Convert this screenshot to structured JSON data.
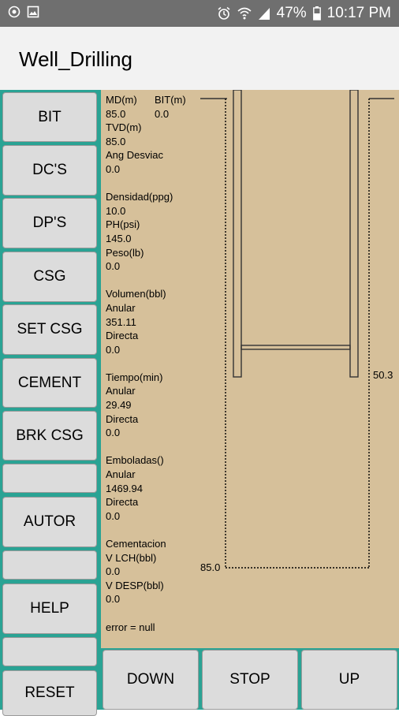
{
  "status_bar": {
    "battery": "47%",
    "time": "10:17 PM",
    "left_icons": [
      "target-icon",
      "image-icon"
    ],
    "right_icons": [
      "alarm-icon",
      "wifi-icon",
      "signal-icon",
      "battery-icon"
    ]
  },
  "app": {
    "title": "Well_Drilling"
  },
  "sidebar": {
    "buttons": [
      {
        "label": "BIT"
      },
      {
        "label": "DC'S"
      },
      {
        "label": "DP'S"
      },
      {
        "label": "CSG"
      },
      {
        "label": "SET CSG"
      },
      {
        "label": "CEMENT"
      },
      {
        "label": "BRK CSG"
      },
      {
        "label": ""
      },
      {
        "label": "AUTOR"
      },
      {
        "label": ""
      },
      {
        "label": "HELP"
      },
      {
        "label": ""
      },
      {
        "label": "RESET"
      }
    ]
  },
  "info": {
    "md_label": "MD(m)",
    "bit_label": "BIT(m)",
    "md_value": "85.0",
    "bit_value": "0.0",
    "tvd_label": "TVD(m)",
    "tvd_value": "85.0",
    "ang_label": "Ang Desviac",
    "ang_value": "0.0",
    "densidad_label": "Densidad(ppg)",
    "densidad_value": "10.0",
    "ph_label": "PH(psi)",
    "ph_value": "145.0",
    "peso_label": "Peso(lb)",
    "peso_value": "0.0",
    "volumen_label": "Volumen(bbl)",
    "volumen_anular_label": "Anular",
    "volumen_anular_value": "351.11",
    "volumen_directa_label": "Directa",
    "volumen_directa_value": "0.0",
    "tiempo_label": "Tiempo(min)",
    "tiempo_anular_label": "Anular",
    "tiempo_anular_value": "29.49",
    "tiempo_directa_label": "Directa",
    "tiempo_directa_value": "0.0",
    "emboladas_label": "Emboladas()",
    "emboladas_anular_label": "Anular",
    "emboladas_anular_value": "1469.94",
    "emboladas_directa_label": "Directa",
    "emboladas_directa_value": "0.0",
    "cementacion_label": "Cementacion",
    "vlch_label": "V LCH(bbl)",
    "vlch_value": "0.0",
    "vdesp_label": "V DESP(bbl)",
    "vdesp_value": "0.0",
    "error_text": "error = null"
  },
  "well_diagram": {
    "casing_depth_label": "50.3",
    "total_depth_label": "85.0"
  },
  "bottom_bar": {
    "down_label": "DOWN",
    "stop_label": "STOP",
    "up_label": "UP"
  }
}
